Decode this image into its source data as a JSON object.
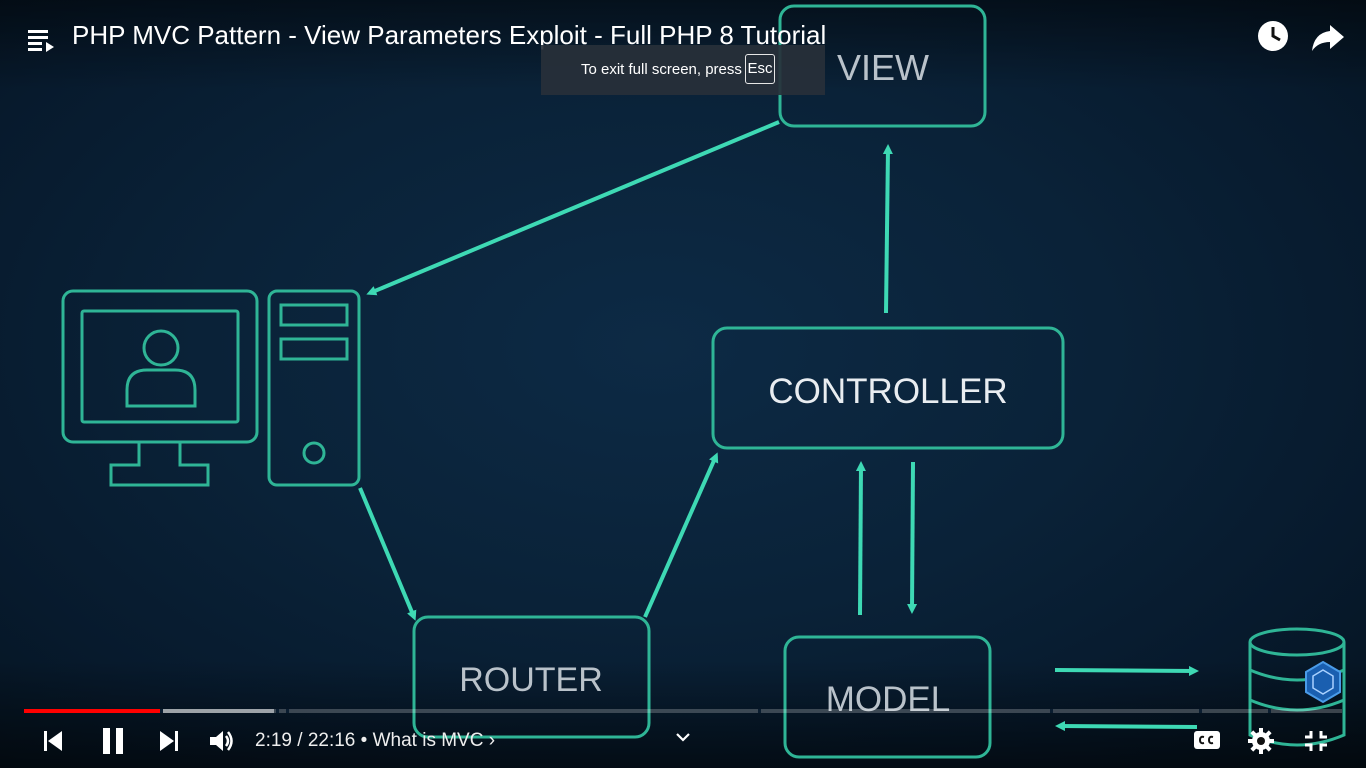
{
  "player": {
    "title": "PHP MVC Pattern - View Parameters Exploit - Full PHP 8 Tutorial",
    "fullscreen_toast": {
      "text": "To exit full screen, press",
      "key": "Esc"
    },
    "progress": {
      "played_fraction": 0.104,
      "buffered_fraction": 0.19,
      "played_color": "#ff0000"
    },
    "time": {
      "current": "2:19",
      "separator": "/",
      "duration": "22:16"
    },
    "chapter": {
      "bullet": "•",
      "label": "What is MVC",
      "chevron": "›"
    },
    "icons": {
      "playlist": "playlist-icon",
      "watch_later": "clock-icon",
      "share": "share-arrow-icon",
      "previous": "skip-previous-icon",
      "pause": "pause-icon",
      "next": "skip-next-icon",
      "volume": "volume-icon",
      "expand": "chevron-down-icon",
      "captions": "closed-captions-icon",
      "settings": "gear-icon",
      "exit_fullscreen": "exit-fullscreen-icon"
    }
  },
  "diagram": {
    "accent_color": "#3ed9b4",
    "nodes": {
      "view": "VIEW",
      "controller": "CONTROLLER",
      "router": "ROUTER",
      "model": "MODEL"
    }
  }
}
